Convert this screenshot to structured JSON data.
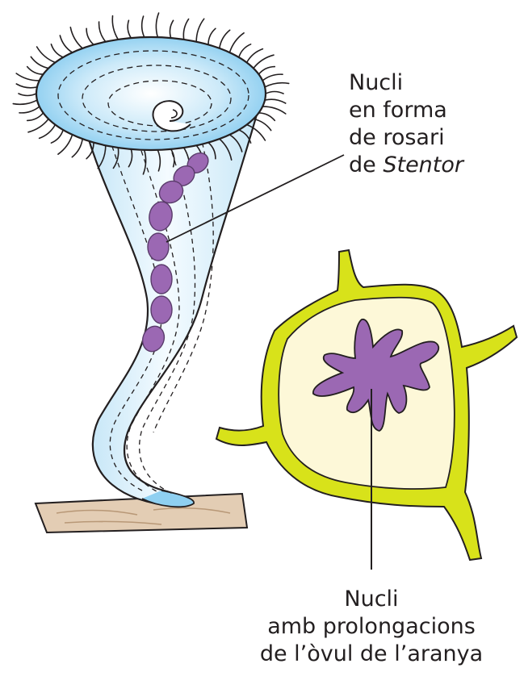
{
  "labels": {
    "stentor": {
      "line1": "Nucli",
      "line2": "en forma",
      "line3": "de rosari",
      "line4_prefix": "de ",
      "line4_italic": "Stentor"
    },
    "spider": {
      "line1": "Nucli",
      "line2": "amb prolongacions",
      "line3": "de l’òvul de l’aranya"
    }
  },
  "colors": {
    "outline": "#231f20",
    "stentor_body_light": "#eaf6fd",
    "stentor_body_dark": "#8fd0f1",
    "nucleus_purple": "#9b68b3",
    "cell_wall": "#d8e21a",
    "cytoplasm": "#fdf8d8",
    "substrate": "#e3cdb4",
    "text": "#231f20"
  }
}
